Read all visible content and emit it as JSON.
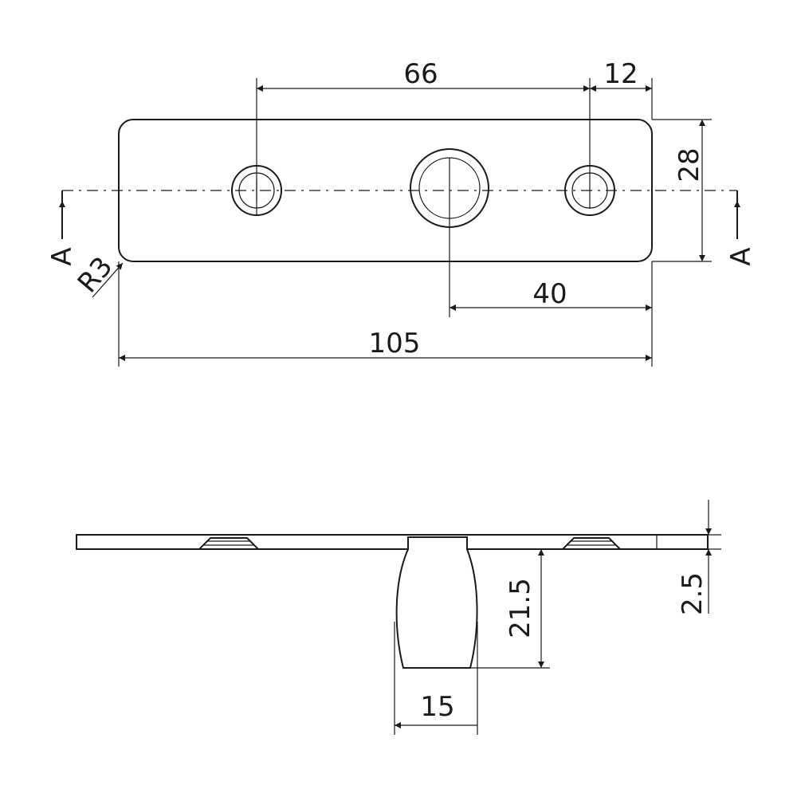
{
  "dimensions": {
    "hole_spacing": "66",
    "edge_to_hole": "12",
    "plate_width": "28",
    "center_offset": "40",
    "overall_length": "105",
    "corner_radius": "R3",
    "stem_height": "21.5",
    "stem_diameter": "15",
    "plate_thickness": "2.5"
  },
  "section_labels": {
    "left": "A",
    "right": "A"
  }
}
